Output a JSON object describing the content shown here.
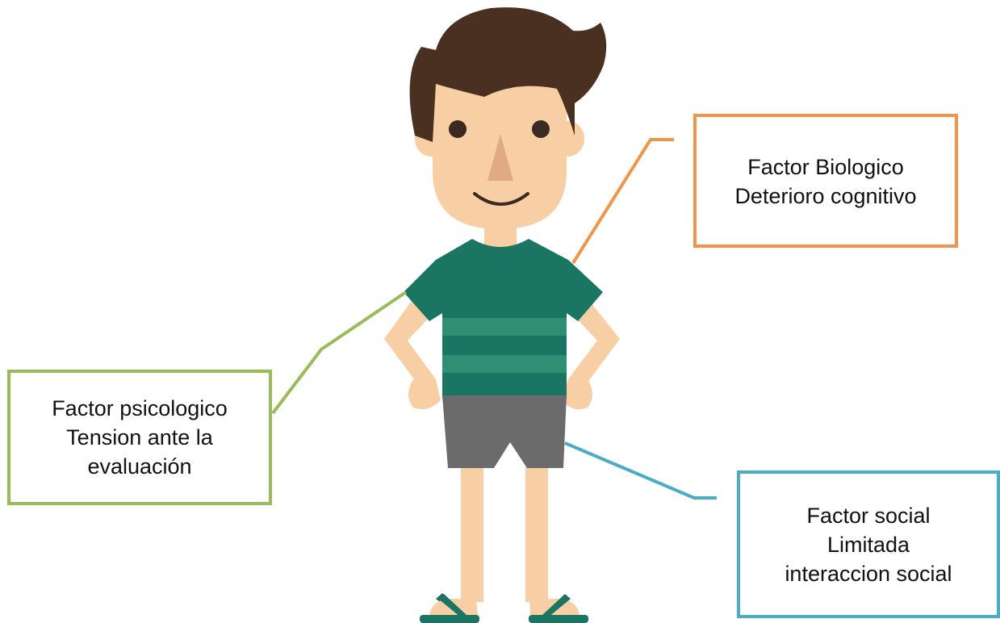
{
  "colors": {
    "hair": "#4a3020",
    "skin": "#f8cfa5",
    "shirt": "#1a7662",
    "shirt_stripe": "#2e8f73",
    "shorts": "#6b6b6b",
    "sandal": "#1a7662",
    "biologico_border": "#f0964a",
    "psicologico_border": "#9abb59",
    "social_border": "#4bacc6"
  },
  "labels": {
    "biologico": {
      "line1": "Factor Biologico",
      "line2": "Deterioro cognitivo"
    },
    "psicologico": {
      "line1": "Factor psicologico",
      "line2": "Tension ante la",
      "line3": "evaluación"
    },
    "social": {
      "line1": "Factor social",
      "line2": "Limitada",
      "line3": "interaccion social"
    }
  }
}
